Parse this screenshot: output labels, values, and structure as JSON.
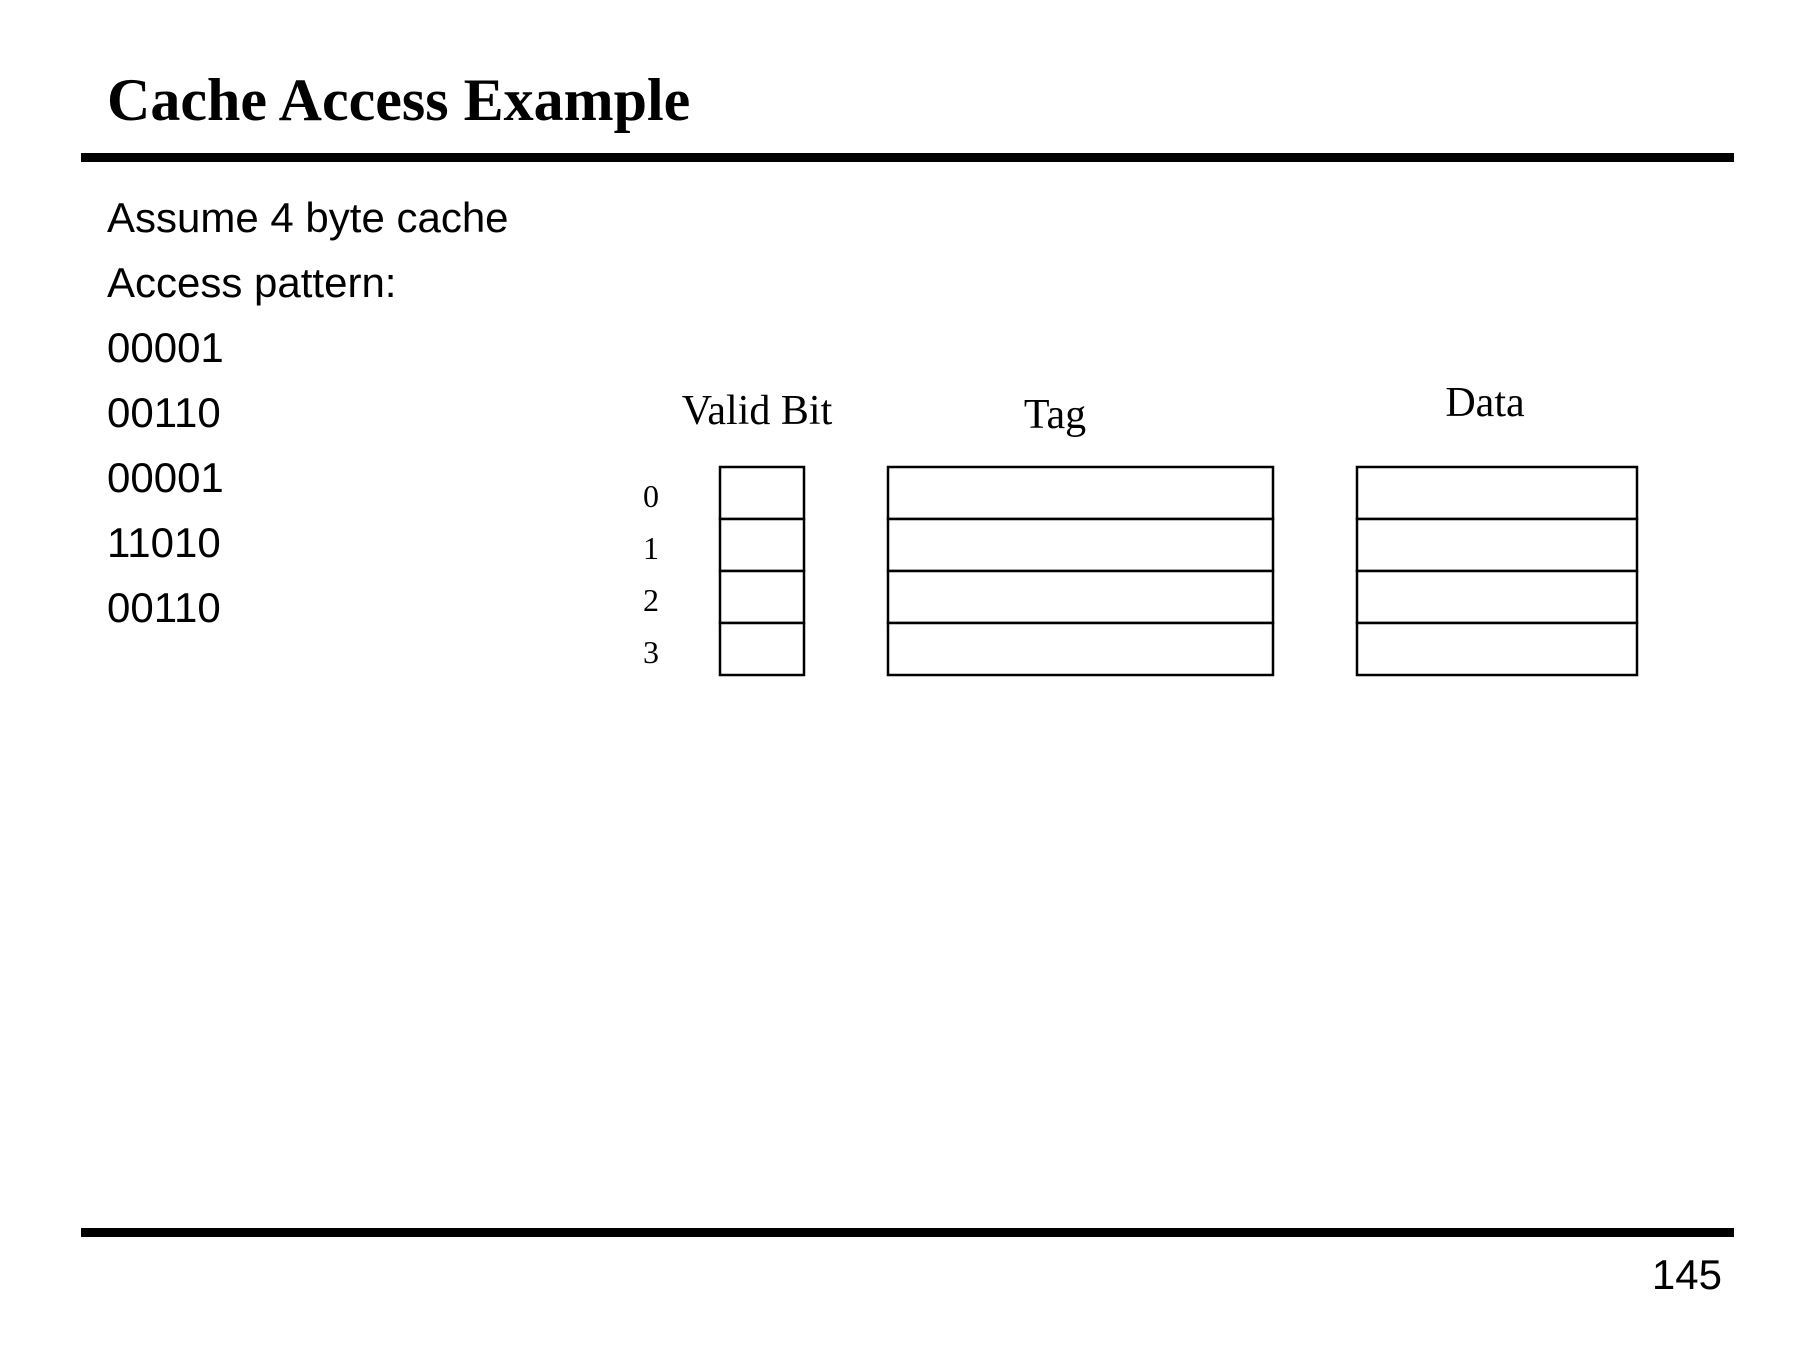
{
  "slide": {
    "title": "Cache Access Example",
    "page_number": "145"
  },
  "body_lines": [
    "Assume 4 byte cache",
    "Access pattern:",
    "00001",
    "00110",
    "00001",
    "11010",
    "00110"
  ],
  "diagram": {
    "column_headers": {
      "valid": "Valid Bit",
      "tag": "Tag",
      "data": "Data"
    },
    "row_indices": [
      "0",
      "1",
      "2",
      "3"
    ]
  }
}
